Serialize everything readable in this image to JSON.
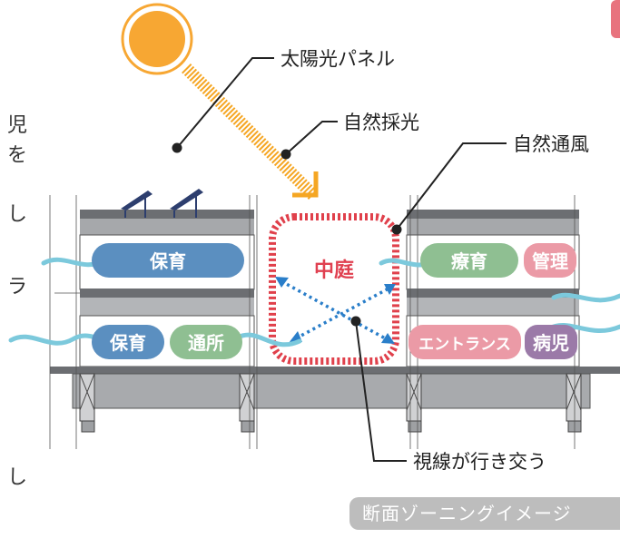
{
  "colors": {
    "sun": "#f7a733",
    "sun_ray": "#f5a623",
    "courtyard_border": "#e0404b",
    "courtyard_label": "#e04050",
    "wind": "#7cc9dc",
    "sight_arrow": "#2a7ec9",
    "zone_blue": "#5b8fc0",
    "zone_green": "#8fbf92",
    "zone_pink": "#eb9aa6",
    "zone_purple": "#9b7aa8",
    "building_gray": "#9ea0a3",
    "solar_panel": "#2d3e6e"
  },
  "callouts": {
    "solar_panel": "太陽光パネル",
    "daylight": "自然採光",
    "ventilation": "自然通風",
    "sightline": "視線が行き交う"
  },
  "courtyard_label": "中庭",
  "zones": {
    "upper_left": "保育",
    "upper_right_1": "療育",
    "upper_right_2": "管理",
    "lower_left_1": "保育",
    "lower_left_2": "通所",
    "lower_right_1": "エントランス",
    "lower_right_2": "病児"
  },
  "caption": "断面ゾーニングイメージ",
  "left_text_fragments": [
    "児",
    "を",
    "し",
    "ラ",
    "し"
  ]
}
